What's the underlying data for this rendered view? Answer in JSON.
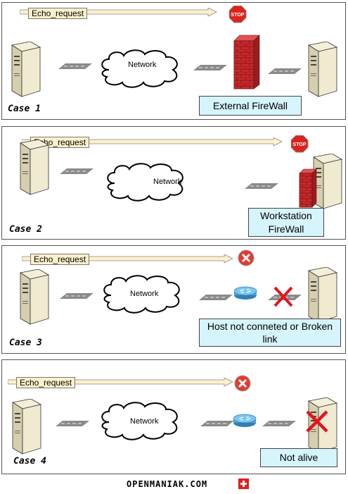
{
  "echo_label": "Echo_request",
  "network_label": "Network",
  "cases": [
    {
      "label": "Case 1",
      "status": "External FireWall"
    },
    {
      "label": "Case 2",
      "status": "Workstation FireWall"
    },
    {
      "label": "Case 3",
      "status": "Host not conneted or Broken link"
    },
    {
      "label": "Case 4",
      "status": "Not alive"
    }
  ],
  "footer": "OPENMANIAK.COM",
  "colors": {
    "status_box": "#d6f4fb",
    "arrow": "#fdf1cc",
    "stop": "#d9251c",
    "firewall": "#c8282b"
  }
}
